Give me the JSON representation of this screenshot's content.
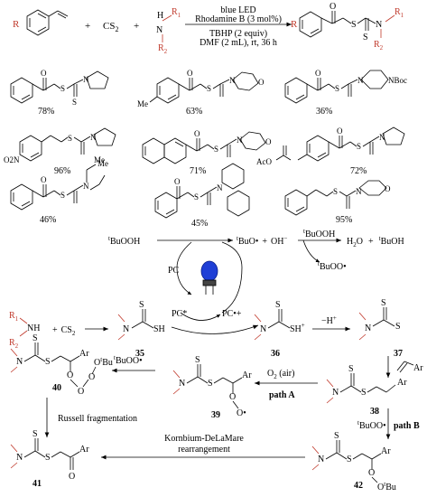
{
  "conditions": {
    "light": "blue LED",
    "catalyst": "Rhodamine B (3 mol%)",
    "oxidant": "TBHP (2 equiv)",
    "solvent_time": "DMF (2 mL), rt, 36 h"
  },
  "reagents": {
    "plus": "+",
    "cs2": "CS",
    "cs2_sub": "2",
    "amine_h": "H",
    "amine_n": "N",
    "r1": "R",
    "r1_sup": "1",
    "r2": "R",
    "r2_sup": "2",
    "r": "R"
  },
  "products": [
    {
      "yield": "78%"
    },
    {
      "yield": "63%",
      "substituent": "Me"
    },
    {
      "yield": "36%",
      "substituent": "NBoc"
    },
    {
      "yield": "96%",
      "substituent": "O2N"
    },
    {
      "yield": "71%"
    },
    {
      "yield": "72%",
      "substituent": "AcO"
    },
    {
      "yield": "46%",
      "substituent": "Me"
    },
    {
      "yield": "45%"
    },
    {
      "yield": "95%"
    }
  ],
  "atoms": {
    "S": "S",
    "N": "N",
    "O": "O",
    "Me": "Me",
    "Ar": "Ar",
    "SH": "SH",
    "H": "H"
  },
  "tbhp_cycle": {
    "tBuOOH": "BuOOH",
    "t": "t",
    "tBuO": "BuO",
    "radical": "•",
    "OH_minus": "OH",
    "minus": "−",
    "H2O": "H",
    "H2O_sub": "2",
    "H2O_O": "O",
    "tBuOH": "BuOH",
    "tBuOO": "BuOO•",
    "PC": "PC",
    "PC_star": "PC*",
    "PC_radical_cation": "PC•+"
  },
  "mechanism": {
    "minus_H": "−H",
    "plus_sup": "+",
    "O2_air": "O",
    "O2_sub": "2",
    "air": " (air)",
    "path_A": "path A",
    "path_B": "path B",
    "russell": "Russell fragmentation",
    "kornblum_1": "Kornbium-DeLaMare",
    "kornblum_2": "rearrangement",
    "OOtBu": "O",
    "OtBu": "O",
    "Bu": "Bu"
  },
  "compounds": {
    "c35": "35",
    "c36": "36",
    "c37": "37",
    "c38": "38",
    "c39": "39",
    "c40": "40",
    "c41": "41",
    "c42": "42"
  },
  "colors": {
    "highlight": "#c0392b",
    "ink": "#000000",
    "bulb": "#1f3fd6"
  }
}
